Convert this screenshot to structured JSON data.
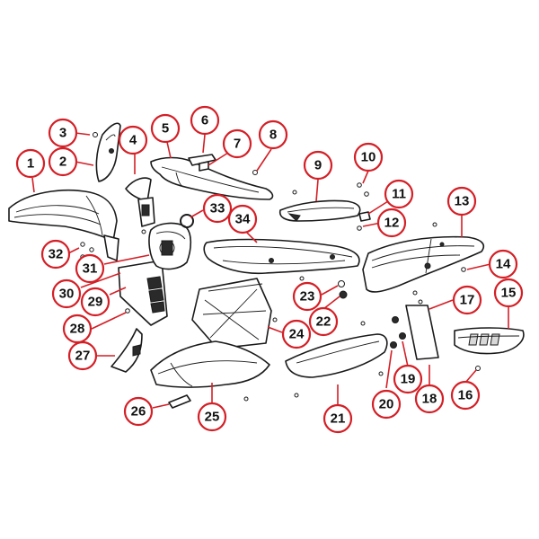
{
  "callouts": [
    {
      "label": "1"
    },
    {
      "label": "2"
    },
    {
      "label": "3"
    },
    {
      "label": "4"
    },
    {
      "label": "5"
    },
    {
      "label": "6"
    },
    {
      "label": "7"
    },
    {
      "label": "8"
    },
    {
      "label": "9"
    },
    {
      "label": "10"
    },
    {
      "label": "11"
    },
    {
      "label": "12"
    },
    {
      "label": "13"
    },
    {
      "label": "14"
    },
    {
      "label": "15"
    },
    {
      "label": "16"
    },
    {
      "label": "17"
    },
    {
      "label": "18"
    },
    {
      "label": "19"
    },
    {
      "label": "20"
    },
    {
      "label": "21"
    },
    {
      "label": "22"
    },
    {
      "label": "23"
    },
    {
      "label": "24"
    },
    {
      "label": "25"
    },
    {
      "label": "26"
    },
    {
      "label": "27"
    },
    {
      "label": "28"
    },
    {
      "label": "29"
    },
    {
      "label": "30"
    },
    {
      "label": "31"
    },
    {
      "label": "32"
    },
    {
      "label": "33"
    },
    {
      "label": "34"
    }
  ],
  "colors": {
    "callout_ring": "#d41f26",
    "callout_text": "#111111",
    "line_art": "#1a1a1a"
  }
}
